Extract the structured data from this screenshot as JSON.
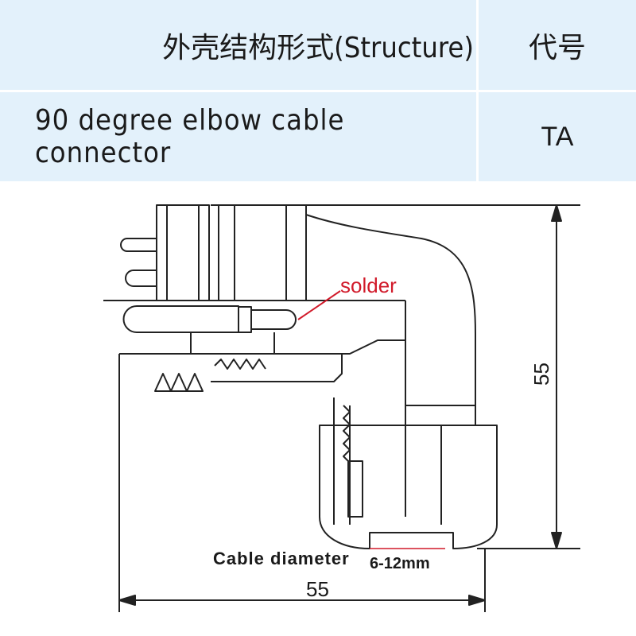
{
  "table": {
    "header_structure": "外壳结构形式(Structure)",
    "header_code": "代号",
    "row_structure": "90 degree elbow cable connector",
    "row_code": "TA"
  },
  "drawing": {
    "solder_label": "solder",
    "cable_label": "Cable diameter",
    "cable_range": "6-12mm",
    "height_dim": "55",
    "width_dim": "55",
    "label_color": "#d11a2a",
    "line_color": "#222222"
  }
}
